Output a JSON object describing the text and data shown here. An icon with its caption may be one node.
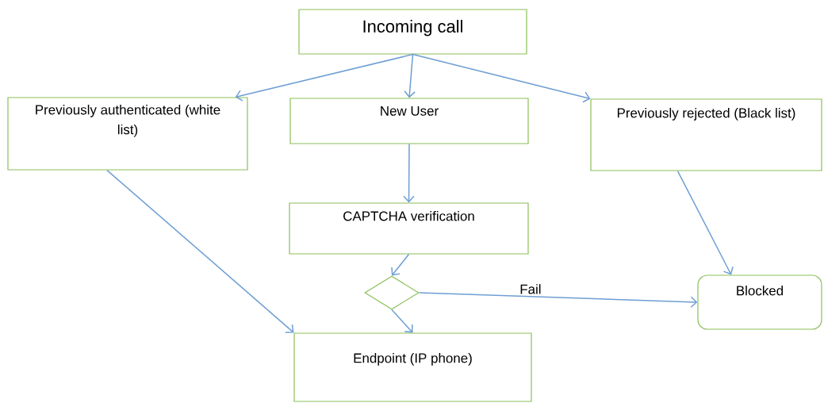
{
  "diagram": {
    "nodes": [
      {
        "text": [
          "Incoming call"
        ]
      },
      {
        "text": [
          "Previously authenticated (white list)"
        ]
      },
      {
        "text": [
          "New User"
        ]
      },
      {
        "text": [
          "Previously rejected (Black list)"
        ]
      },
      {
        "text": [
          "CAPTCHA verification"
        ]
      },
      {
        "text": [],
        "shape": "diamond"
      },
      {
        "text": [
          "Blocked"
        ]
      },
      {
        "text": [
          "Endpoint (IP phone)"
        ]
      }
    ],
    "edges": [
      {
        "from": 0,
        "to": 1,
        "arrow": "to"
      },
      {
        "from": 0,
        "to": 2,
        "arrow": "to"
      },
      {
        "from": 0,
        "to": 3,
        "arrow": "to"
      },
      {
        "from": 1,
        "to": 7,
        "arrow": "to"
      },
      {
        "from": 2,
        "to": 4,
        "arrow": "to"
      },
      {
        "from": 4,
        "to": 5,
        "arrow": "to"
      },
      {
        "from": 5,
        "to": 6,
        "arrow": "to",
        "label": "Fail"
      },
      {
        "from": 5,
        "to": 7,
        "arrow": "to"
      },
      {
        "from": 3,
        "to": 6,
        "arrow": "to"
      }
    ]
  }
}
